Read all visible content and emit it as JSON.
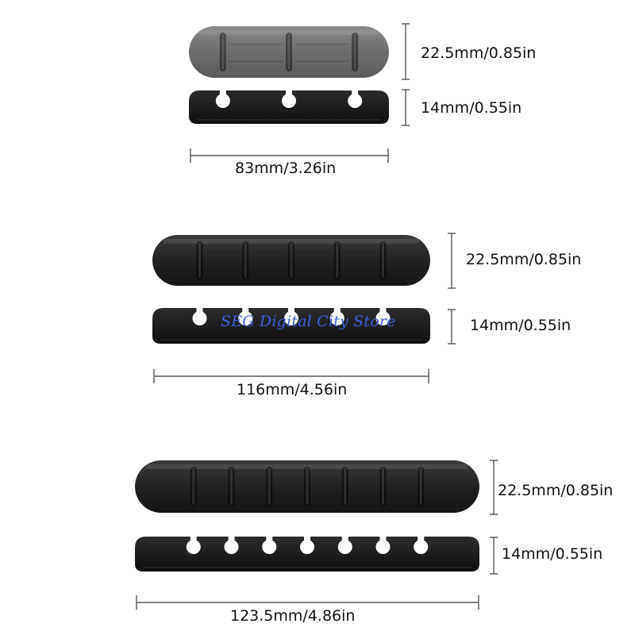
{
  "colors": {
    "clip_gray": "#6b6b6d",
    "clip_black": "#1f1f20",
    "dimension_line": "#555555",
    "watermark": "#3d5fd6"
  },
  "products": [
    {
      "slots": 3,
      "height_top": "22.5mm/0.85in",
      "height_side": "14mm/0.55in",
      "length": "83mm/3.26in"
    },
    {
      "slots": 5,
      "height_top": "22.5mm/0.85in",
      "height_side": "14mm/0.55in",
      "length": "116mm/4.56in"
    },
    {
      "slots": 7,
      "height_top": "22.5mm/0.85in",
      "height_side": "14mm/0.55in",
      "length": "123.5mm/4.86in"
    }
  ],
  "watermark": "SEG Digital City Store"
}
